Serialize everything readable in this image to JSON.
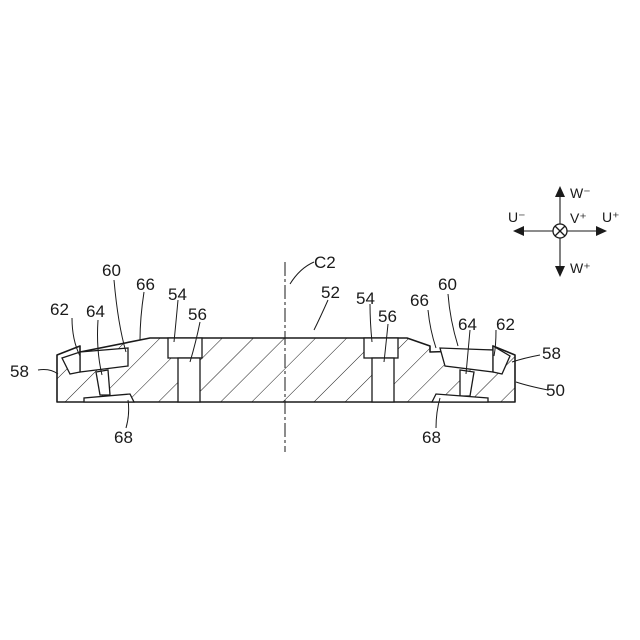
{
  "figure": {
    "centerline_label": "C2",
    "part_labels": {
      "body": "50",
      "center_region": "52",
      "notch": "54",
      "slot": "56",
      "side": "58",
      "insert": "60",
      "corner": "62",
      "pin": "64",
      "taper": "66",
      "lower_pin": "68"
    }
  },
  "axes_legend": {
    "u_minus": "U⁻",
    "u_plus": "U⁺",
    "v_plus": "V⁺",
    "w_minus": "W⁻",
    "w_plus": "W⁺",
    "center_icon": "circle-cross-icon"
  },
  "colors": {
    "line": "#1a1a1a",
    "background": "#ffffff"
  }
}
